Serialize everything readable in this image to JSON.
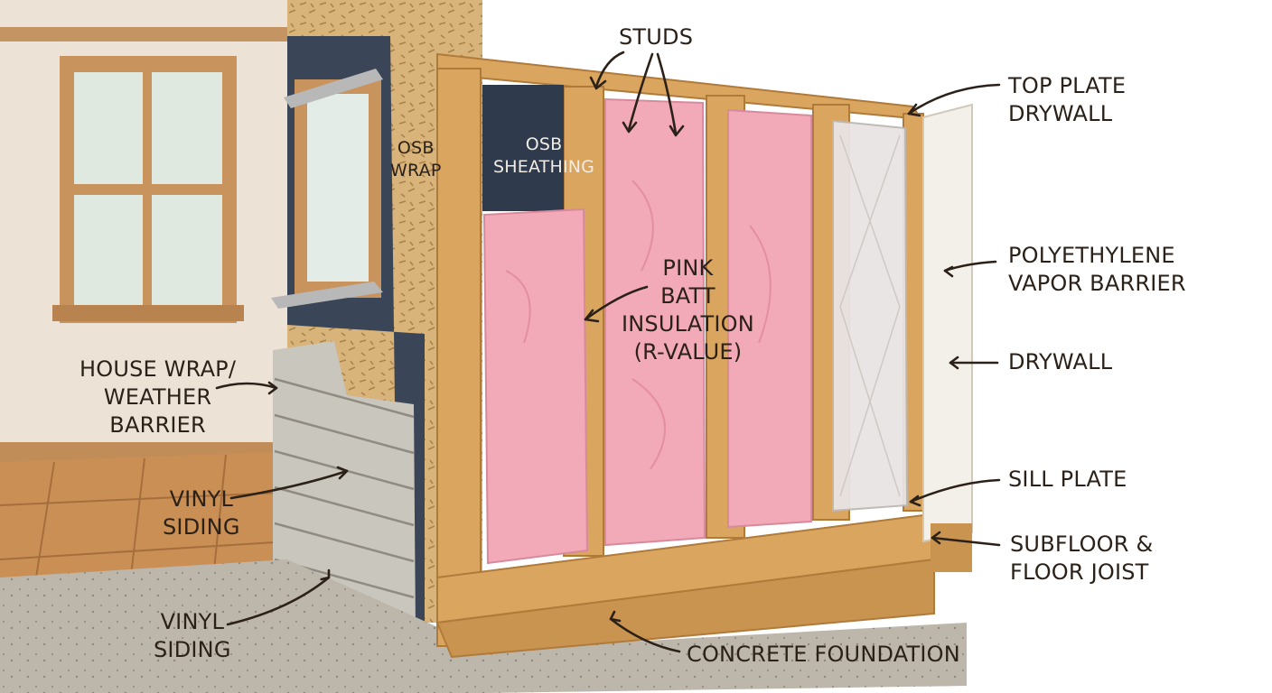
{
  "labels": {
    "studs": "STUDS",
    "top_plate_drywall": [
      "TOP PLATE",
      "DRYWALL"
    ],
    "osb_wrap": [
      "OSB",
      "WRAP"
    ],
    "osb_sheathing": [
      "OSB",
      "SHEATHING"
    ],
    "pink_batt": [
      "PINK",
      "BATT",
      "INSULATION",
      "(R-VALUE)"
    ],
    "vapor_barrier": [
      "POLYETHYLENE",
      "VAPOR BARRIER"
    ],
    "drywall": "DRYWALL",
    "house_wrap": [
      "HOUSE WRAP/",
      "WEATHER",
      "BARRIER"
    ],
    "vinyl_siding_upper": [
      "VINYL",
      "SIDING"
    ],
    "vinyl_siding_lower": [
      "VINYL",
      "SIDING"
    ],
    "sill_plate": "SILL PLATE",
    "subfloor": [
      "SUBFLOOR &",
      "FLOOR JOIST"
    ],
    "foundation": "CONCRETE FOUNDATION"
  },
  "colors": {
    "wall_bg": "#ece3d6",
    "wood": "#d9a55f",
    "wood_dark": "#b07a3a",
    "insulation": "#f2a9b8",
    "osb": "#d8b37a",
    "house_wrap": "#3a4558",
    "siding": "#c9c6bd",
    "concrete": "#bdb6aa",
    "floor": "#c98f55",
    "vapor": "#e8e4e3",
    "drywall_panel": "#f3f0ea",
    "ink": "#2b2118"
  }
}
